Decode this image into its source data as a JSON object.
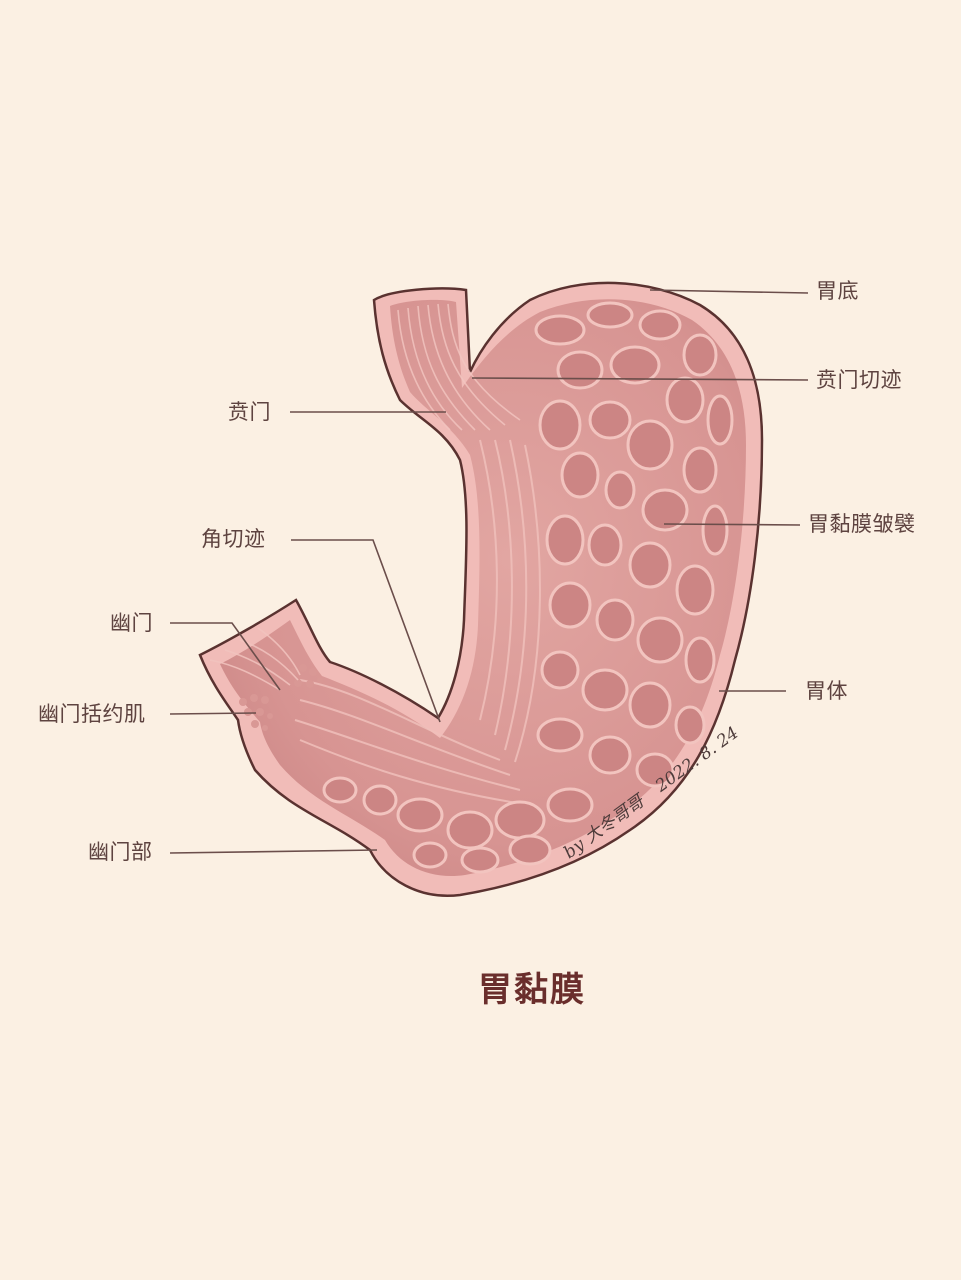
{
  "title": "胃黏膜",
  "signature": {
    "author": "by 大冬哥哥",
    "date": "2022. 8. 24"
  },
  "labels": {
    "fundus": "胃底",
    "cardiac_notch": "贲门切迹",
    "cardia": "贲门",
    "gastric_folds": "胃黏膜皱襞",
    "angular_notch": "角切迹",
    "pylorus": "幽门",
    "pyloric_sphincter": "幽门括约肌",
    "body": "胃体",
    "pyloric_part": "幽门部"
  },
  "colors": {
    "background": "#fbf0e3",
    "mucosa": "#dd9a98",
    "mucosa_dark": "#c57b7c",
    "wall": "#f1bcb8",
    "outline": "#5a3230",
    "leader_line": "#6b4e4b",
    "label_text": "#5e4340",
    "title_text": "#6a2e2c"
  }
}
